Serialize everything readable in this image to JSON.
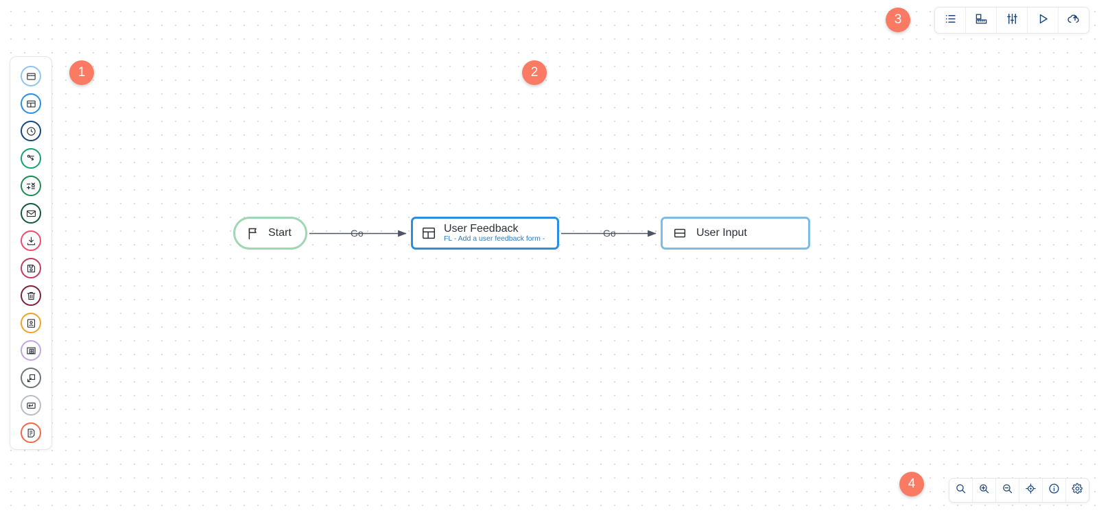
{
  "app": {
    "canvas_background": "#ffffff",
    "dot_color": "#dcdcdc",
    "accent_badge_color": "#fa7a63"
  },
  "badges": [
    {
      "label": "1",
      "name": "annotation-badge-1"
    },
    {
      "label": "2",
      "name": "annotation-badge-2"
    },
    {
      "label": "3",
      "name": "annotation-badge-3"
    },
    {
      "label": "4",
      "name": "annotation-badge-4"
    }
  ],
  "palette": {
    "items": [
      {
        "icon": "browser-window-icon",
        "color": "#8ec5ef",
        "tooltip": "Page"
      },
      {
        "icon": "layout-panels-icon",
        "color": "#2a8fe0",
        "tooltip": "Form"
      },
      {
        "icon": "clock-icon",
        "color": "#17457f",
        "tooltip": "Timer"
      },
      {
        "icon": "branch-icon",
        "color": "#12a26c",
        "tooltip": "Branch"
      },
      {
        "icon": "calculator-icon",
        "color": "#1f8a4d",
        "tooltip": "Calculation"
      },
      {
        "icon": "envelope-icon",
        "color": "#15563a",
        "tooltip": "Email"
      },
      {
        "icon": "download-icon",
        "color": "#f2496b",
        "tooltip": "Download"
      },
      {
        "icon": "floppy-save-icon",
        "color": "#c23a5c",
        "tooltip": "Save"
      },
      {
        "icon": "trash-icon",
        "color": "#7c2138",
        "tooltip": "Delete"
      },
      {
        "icon": "contact-card-icon",
        "color": "#eda229",
        "tooltip": "Contact"
      },
      {
        "icon": "add-frame-icon",
        "color": "#c0a6e0",
        "tooltip": "Sub-flow"
      },
      {
        "icon": "external-link-icon",
        "color": "#6f7479",
        "tooltip": "External"
      },
      {
        "icon": "enter-key-icon",
        "color": "#b9bdc2",
        "tooltip": "Return"
      },
      {
        "icon": "note-document-icon",
        "color": "#f2684b",
        "tooltip": "Note"
      }
    ]
  },
  "toolbar_top": {
    "buttons": [
      {
        "icon": "list-icon",
        "label": "List view"
      },
      {
        "icon": "ruler-icon",
        "label": "Measure"
      },
      {
        "icon": "sliders-icon",
        "label": "Settings"
      },
      {
        "icon": "play-icon",
        "label": "Run"
      },
      {
        "icon": "cloud-upload-icon",
        "label": "Publish"
      }
    ]
  },
  "toolbar_bottom": {
    "buttons": [
      {
        "icon": "search-icon",
        "label": "Search"
      },
      {
        "icon": "zoom-in-icon",
        "label": "Zoom in"
      },
      {
        "icon": "zoom-out-icon",
        "label": "Zoom out"
      },
      {
        "icon": "target-fit-icon",
        "label": "Fit to screen"
      },
      {
        "icon": "info-icon",
        "label": "Info"
      },
      {
        "icon": "gear-icon",
        "label": "Preferences"
      }
    ]
  },
  "flow": {
    "nodes": [
      {
        "id": "start",
        "title": "Start",
        "subtitle": "",
        "icon": "flag-icon",
        "border_color": "#9fd7b4",
        "shape": "pill"
      },
      {
        "id": "user-feedback",
        "title": "User Feedback",
        "subtitle": "FL - Add a user feedback form -",
        "icon": "layout-panels-icon",
        "border_color": "#2a8fe0",
        "shape": "rounded-rect"
      },
      {
        "id": "user-input",
        "title": "User Input",
        "subtitle": "",
        "icon": "input-box-icon",
        "border_color": "#7ebbe8",
        "shape": "rounded-rect"
      }
    ],
    "edges": [
      {
        "from": "start",
        "to": "user-feedback",
        "label": "Go"
      },
      {
        "from": "user-feedback",
        "to": "user-input",
        "label": "Go"
      }
    ]
  }
}
